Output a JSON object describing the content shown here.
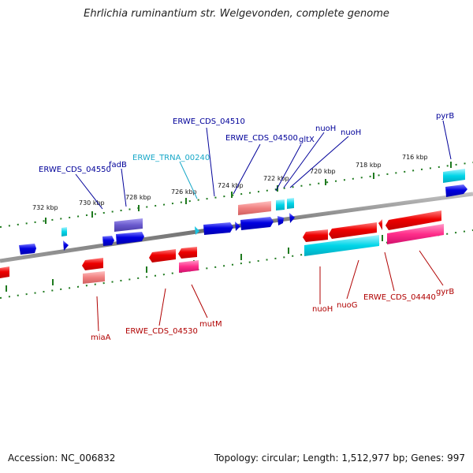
{
  "title": "Ehrlichia ruminantium str. Welgevonden, complete genome",
  "footer": {
    "accession": "Accession: NC_006832",
    "summary": "Topology: circular; Length: 1,512,977 bp; Genes: 997"
  },
  "colors": {
    "backbone": "#808080",
    "tick": "#1f7a1f",
    "forward_cds": "#0000e0",
    "forward_label": "#000099",
    "reverse_cds": "#e60000",
    "reverse_label": "#b00000",
    "trna": "#19c3e0",
    "trna_label": "#18a8c8",
    "cog_purple": "#6a5acd",
    "cog_pink": "#ff2d8a",
    "cog_salmon": "#f08080",
    "cog_cyan": "#00d5e8"
  },
  "ticks": [
    "716 kbp",
    "718 kbp",
    "720 kbp",
    "722 kbp",
    "724 kbp",
    "726 kbp",
    "728 kbp",
    "730 kbp",
    "732 kbp"
  ],
  "upper_labels": [
    "pyrB",
    "nuoH",
    "nuoH",
    "gltX",
    "ERWE_CDS_04500",
    "ERWE_CDS_04510",
    "ERWE_TRNA_00240",
    "fadB",
    "ERWE_CDS_04550"
  ],
  "lower_labels": [
    "gyrB",
    "ERWE_CDS_04440",
    "nuoG",
    "nuoH",
    "mutM",
    "ERWE_CDS_04530",
    "miaA"
  ]
}
